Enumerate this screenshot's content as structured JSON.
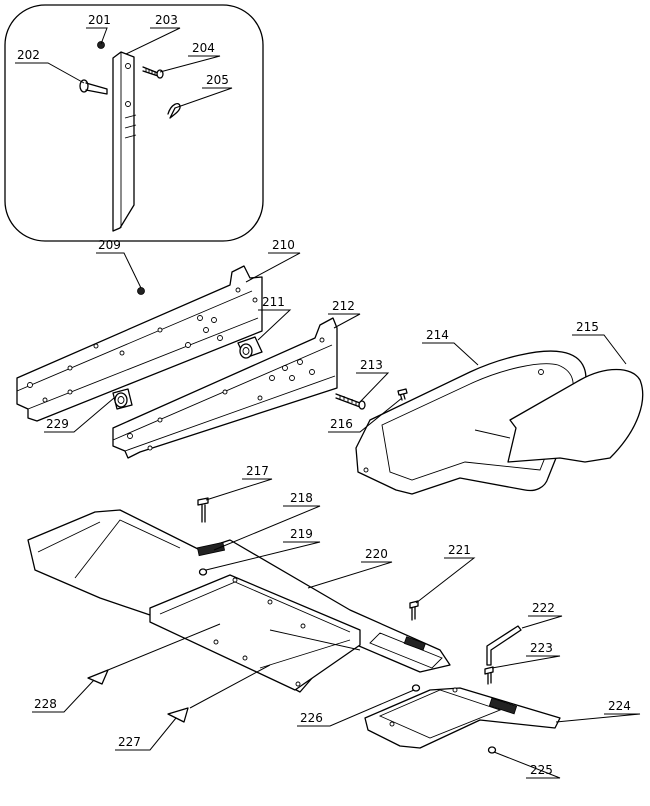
{
  "callouts": [
    {
      "id": "c201",
      "label": "201"
    },
    {
      "id": "c202",
      "label": "202"
    },
    {
      "id": "c203",
      "label": "203"
    },
    {
      "id": "c204",
      "label": "204"
    },
    {
      "id": "c205",
      "label": "205"
    },
    {
      "id": "c209",
      "label": "209"
    },
    {
      "id": "c210",
      "label": "210"
    },
    {
      "id": "c211",
      "label": "211"
    },
    {
      "id": "c212",
      "label": "212"
    },
    {
      "id": "c213",
      "label": "213"
    },
    {
      "id": "c214",
      "label": "214"
    },
    {
      "id": "c215",
      "label": "215"
    },
    {
      "id": "c216",
      "label": "216"
    },
    {
      "id": "c217",
      "label": "217"
    },
    {
      "id": "c218",
      "label": "218"
    },
    {
      "id": "c219",
      "label": "219"
    },
    {
      "id": "c220",
      "label": "220"
    },
    {
      "id": "c221",
      "label": "221"
    },
    {
      "id": "c222",
      "label": "222"
    },
    {
      "id": "c223",
      "label": "223"
    },
    {
      "id": "c224",
      "label": "224"
    },
    {
      "id": "c225",
      "label": "225"
    },
    {
      "id": "c226",
      "label": "226"
    },
    {
      "id": "c227",
      "label": "227"
    },
    {
      "id": "c228",
      "label": "228"
    },
    {
      "id": "c229",
      "label": "229"
    }
  ]
}
